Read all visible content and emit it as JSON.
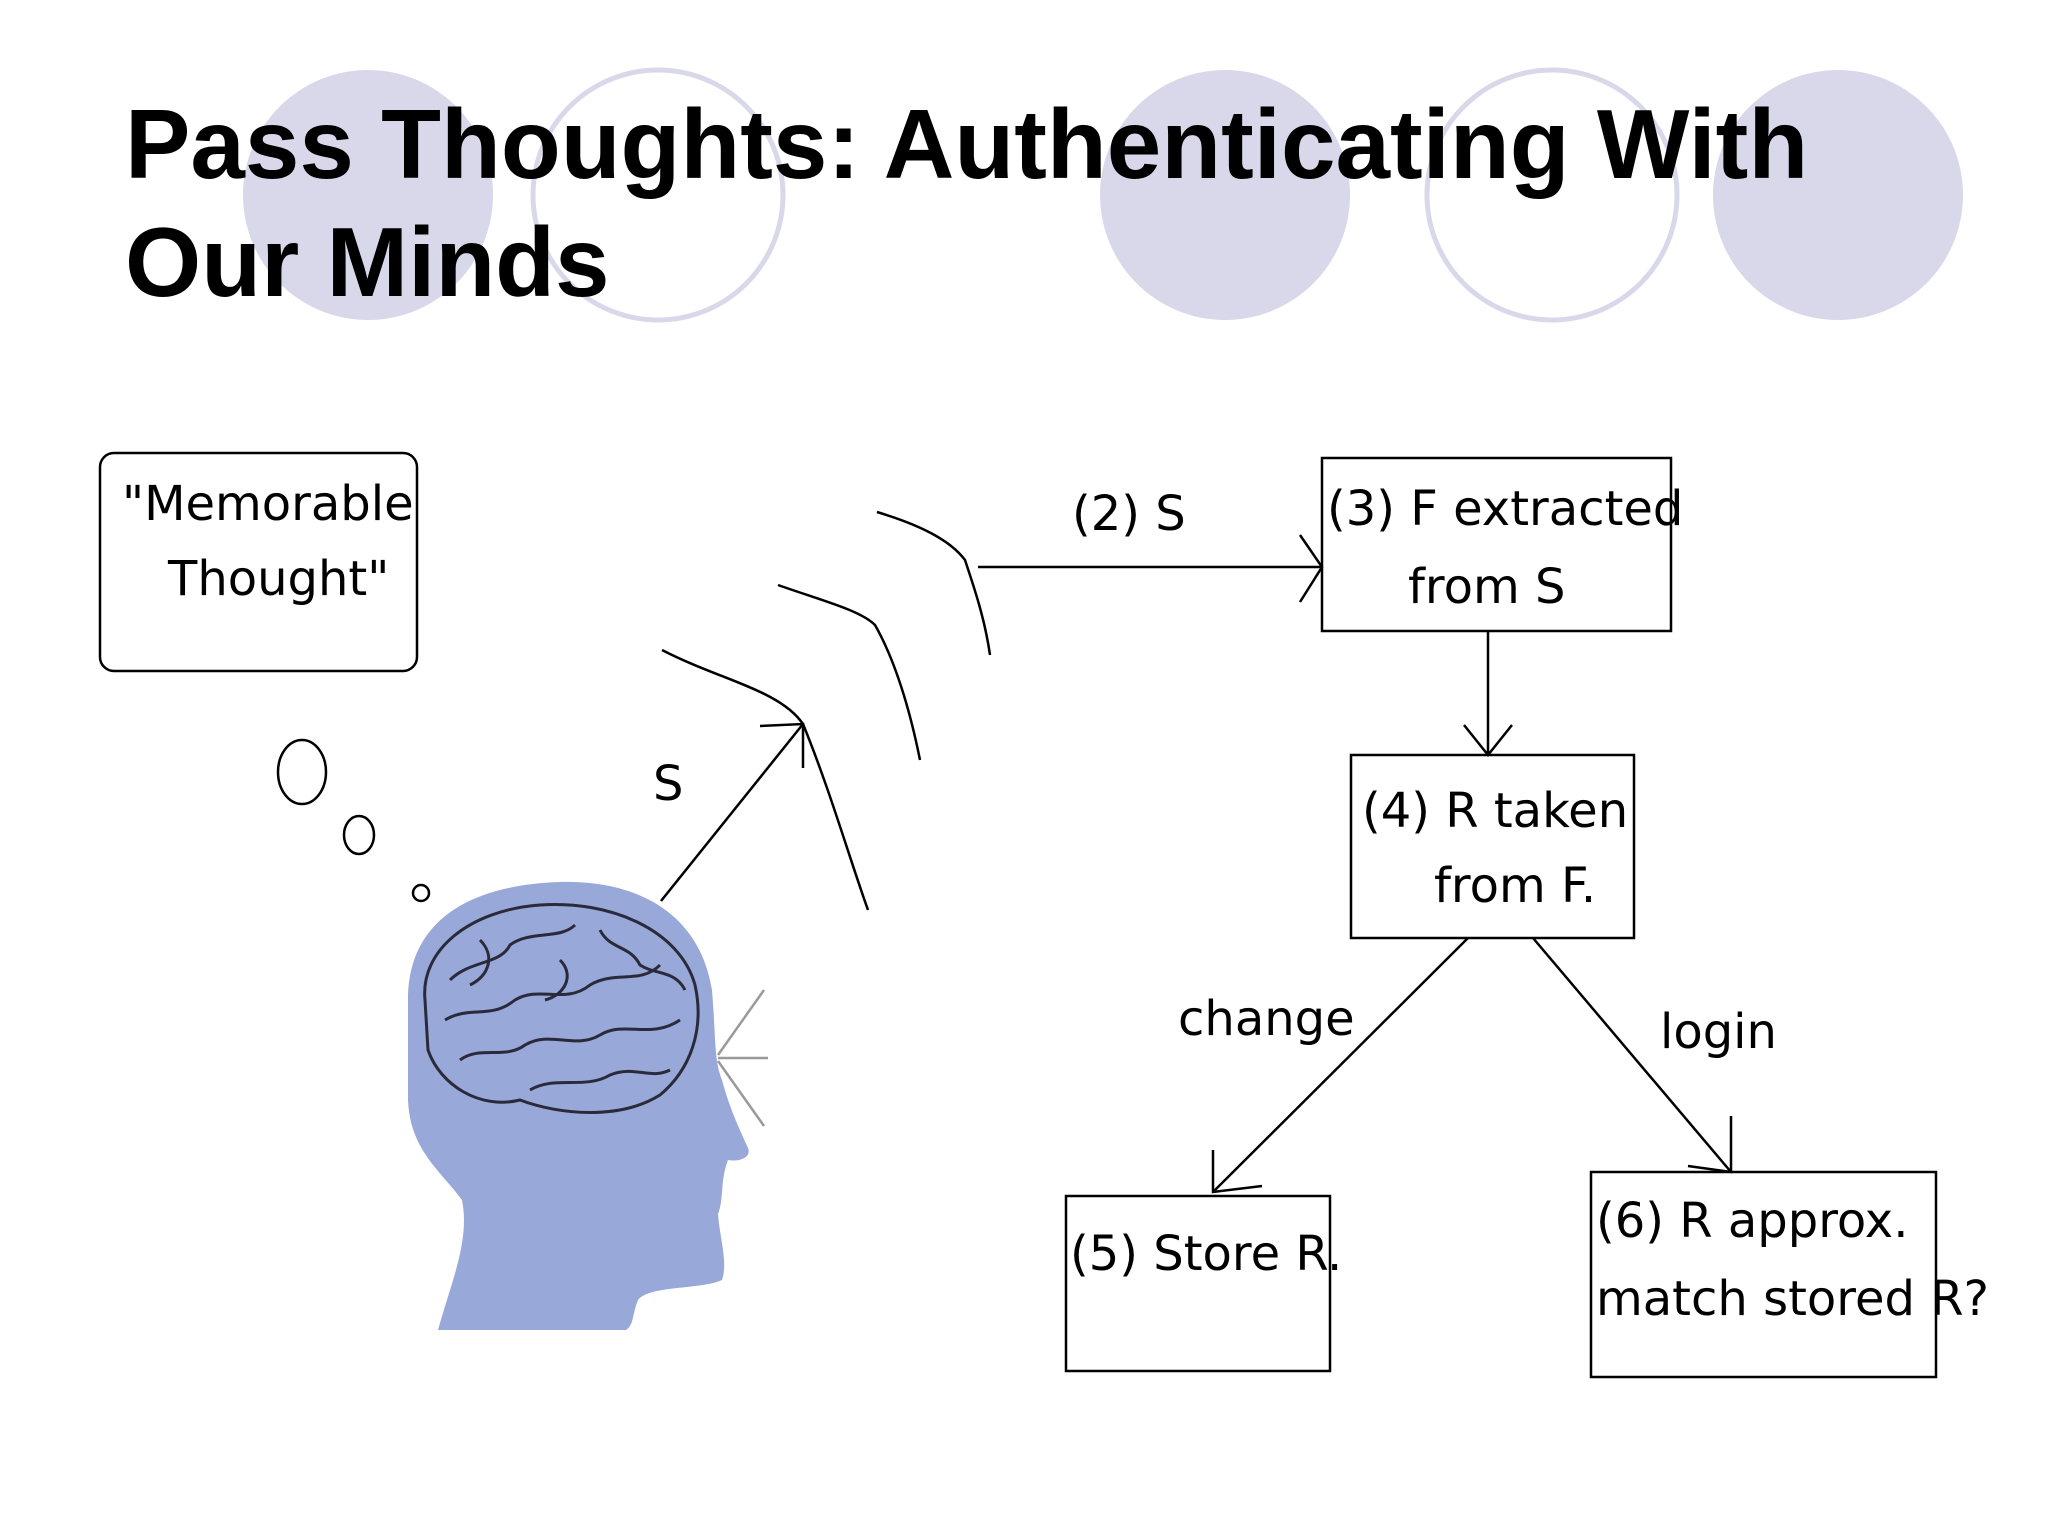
{
  "slide": {
    "title_line1": "Pass Thoughts: Authenticating With",
    "title_line2": "Our Minds"
  },
  "diagram": {
    "thought_bubble": [
      "\"Memorable",
      "Thought\""
    ],
    "signal_label_head": "S",
    "signal_label_arrow": "(2) S",
    "nodes": {
      "n3": [
        "(3) F extracted",
        "from S"
      ],
      "n4": [
        "(4) R taken",
        "from F."
      ],
      "n5": [
        "(5) Store R."
      ],
      "n6": [
        "(6) R approx.",
        "match stored R?"
      ]
    },
    "edges": {
      "change": "change",
      "login": "login"
    }
  },
  "colors": {
    "decor_circle": "#d8d8ea",
    "head": "#98a8d8",
    "brain_line": "#2a2a3a",
    "line": "#000000"
  }
}
